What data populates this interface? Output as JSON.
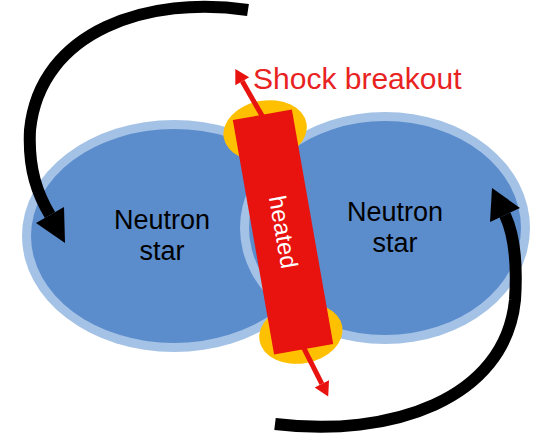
{
  "diagram": {
    "nodes": [
      {
        "text": [
          "Neutron star"
        ]
      },
      {
        "text": [
          "heated"
        ]
      },
      {
        "text": [
          "Neutron star"
        ]
      }
    ],
    "labels": [
      "Shock breakout"
    ]
  }
}
